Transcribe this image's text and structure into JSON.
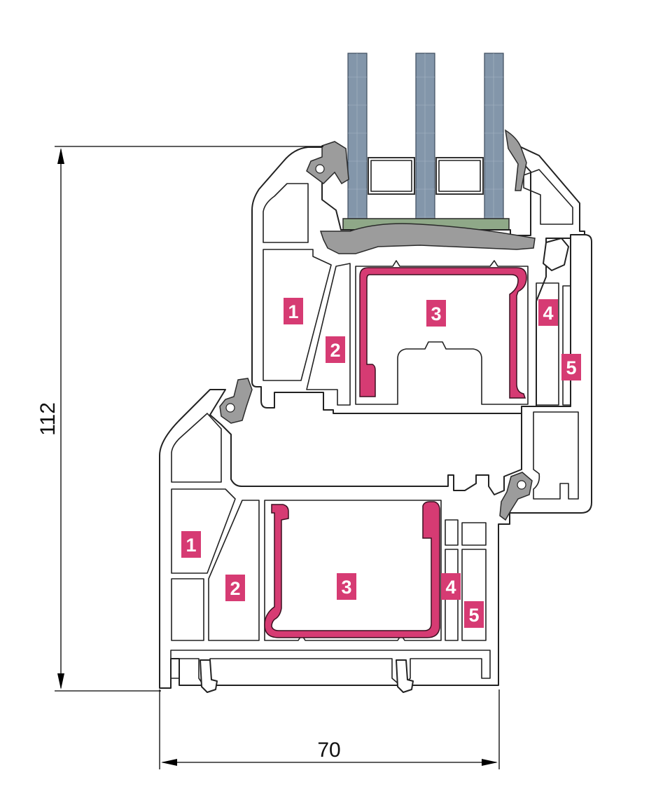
{
  "dimensions": {
    "height": "112",
    "width": "70"
  },
  "chamber_labels": {
    "sash": [
      "1",
      "2",
      "3",
      "4",
      "5"
    ],
    "frame": [
      "1",
      "2",
      "3",
      "4",
      "5"
    ]
  },
  "colors": {
    "reinforcement": "#d63b73",
    "label_bg": "#d63b73",
    "glass": "#8396aa",
    "seal": "#9c9c9c",
    "glazing_block": "#8fa888"
  }
}
